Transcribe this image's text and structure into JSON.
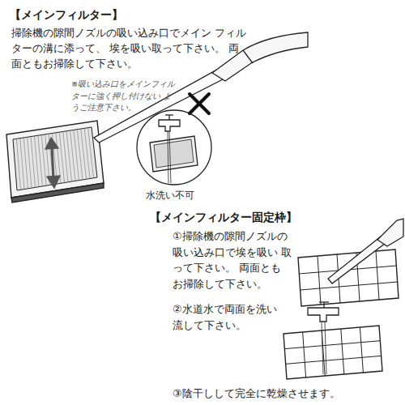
{
  "diagram": {
    "labels": [
      "【メインフィルター】",
      "掃除機の隙間ノズルの吸い込み口でメイン フィルターの溝に添って、 埃を吸い取って下さい。 両面ともお掃除して下さい。",
      "※吸い込み口をメインフィル ターに強く押し付けない ようご注意下さい。",
      "水洗い不可",
      "【メインフィルター固定枠】",
      "①掃除機の隙間ノズルの 吸い込み口で埃を吸い 取って下さい。 両面とも お掃除して下さい。",
      "②水道水で両面を洗い 流して下さい。",
      "③陰干しして完全に乾燥させます。"
    ]
  }
}
